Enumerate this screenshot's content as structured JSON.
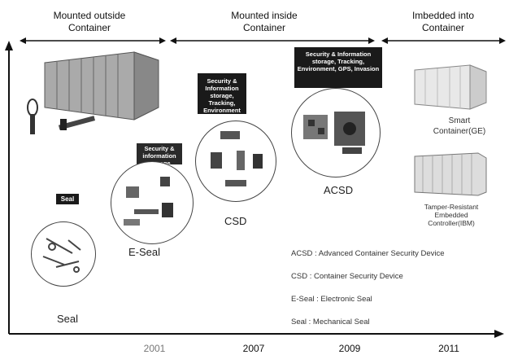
{
  "headers": {
    "outside": "Mounted outside\nContainer",
    "inside": "Mounted inside\nContainer",
    "imbedded": "Imbedded into\nContainer"
  },
  "tags": {
    "seal": "Seal",
    "eseal": "Security & information storage",
    "csd": "Security & Information storage, Tracking, Environment",
    "acsd": "Security & Information storage, Tracking, Environment, GPS, Invasion"
  },
  "labels": {
    "seal": "Seal",
    "eseal": "E-Seal",
    "csd": "CSD",
    "acsd": "ACSD",
    "smart": "Smart\nContainer(GE)",
    "tamper": "Tamper-Resistant\nEmbedded\nController(IBM)"
  },
  "legend": [
    "ACSD : Advanced Container Security Device",
    "CSD : Container Security Device",
    "E-Seal : Electronic Seal",
    "Seal : Mechanical Seal"
  ],
  "years": [
    "2001",
    "2007",
    "2009",
    "2011"
  ]
}
